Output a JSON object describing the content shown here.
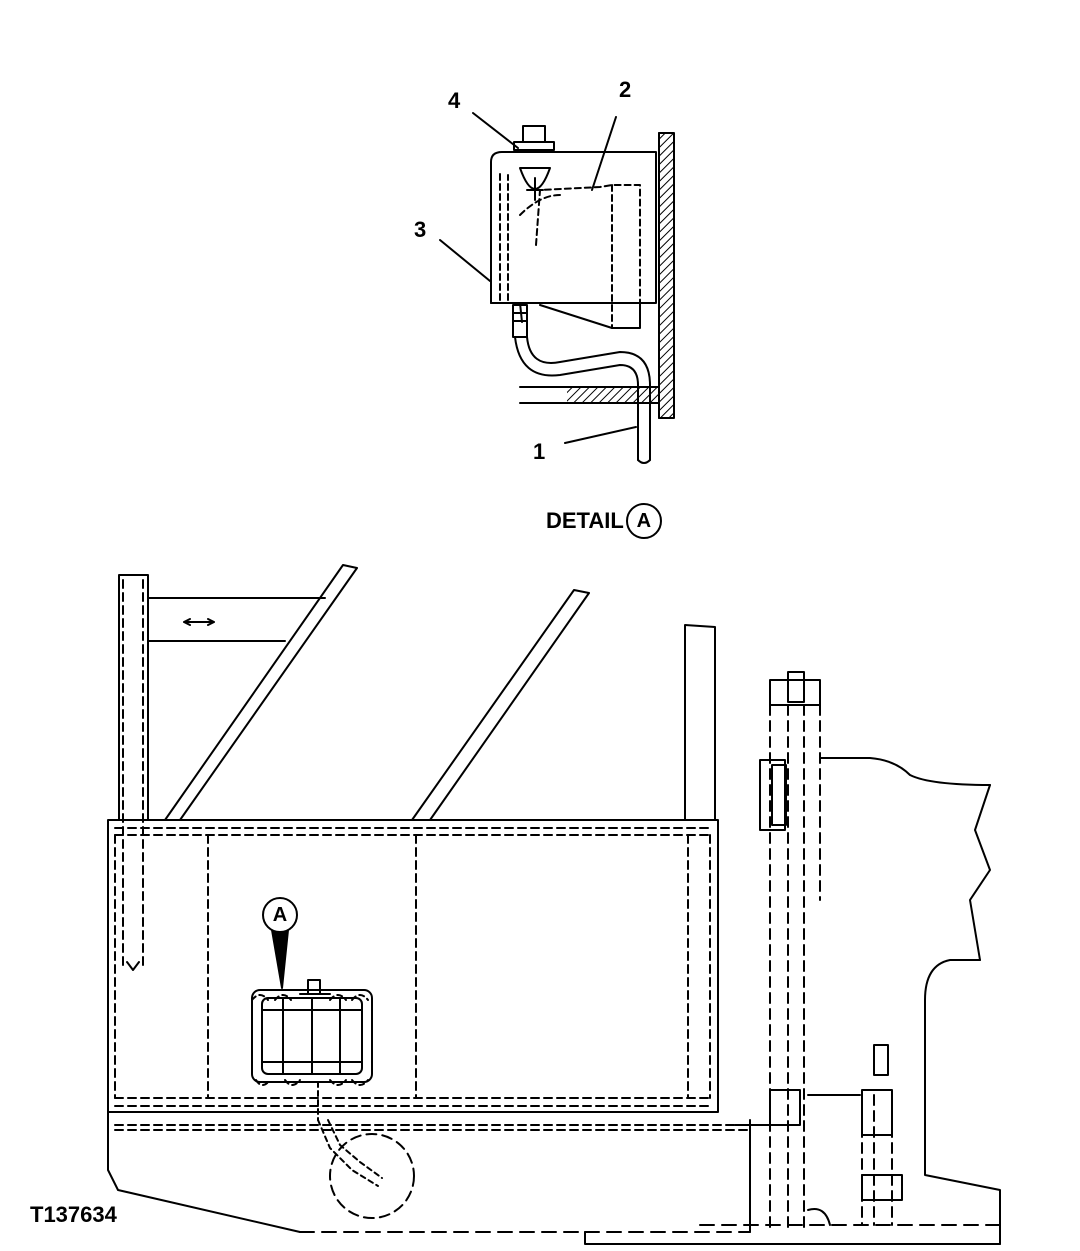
{
  "detail": {
    "title": "DETAIL",
    "letter": "A",
    "callouts": {
      "c1": "1",
      "c2": "2",
      "c3": "3",
      "c4": "4"
    }
  },
  "main": {
    "marker_letter": "A"
  },
  "figure_id": "T137634"
}
